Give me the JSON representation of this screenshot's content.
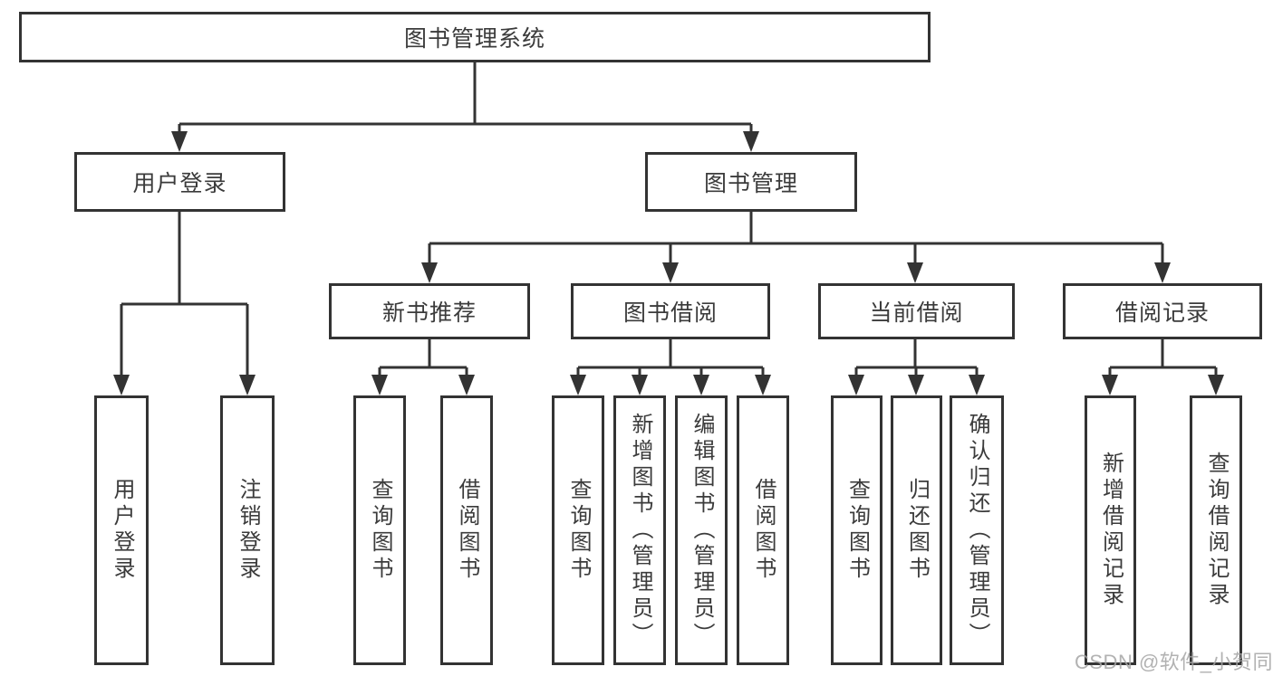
{
  "diagram": {
    "root": "图书管理系统",
    "branches": {
      "user_login": {
        "label": "用户登录",
        "children": [
          "用户登录",
          "注销登录"
        ]
      },
      "book_mgmt": {
        "label": "图书管理",
        "sections": {
          "new_book_rec": {
            "label": "新书推荐",
            "children": [
              "查询图书",
              "借阅图书"
            ]
          },
          "book_borrow": {
            "label": "图书借阅",
            "children": [
              "查询图书",
              "新增图书（管理员）",
              "编辑图书（管理员）",
              "借阅图书"
            ]
          },
          "current_borrow": {
            "label": "当前借阅",
            "children": [
              "查询图书",
              "归还图书",
              "确认归还（管理员）"
            ]
          },
          "borrow_records": {
            "label": "借阅记录",
            "children": [
              "新增借阅记录",
              "查询借阅记录"
            ]
          }
        }
      }
    }
  },
  "watermark": "CSDN @软件_小贺同学",
  "colors": {
    "line": "#333333",
    "text": "#3b3b3b",
    "watermark": "#a5a5a5",
    "background": "#ffffff"
  }
}
